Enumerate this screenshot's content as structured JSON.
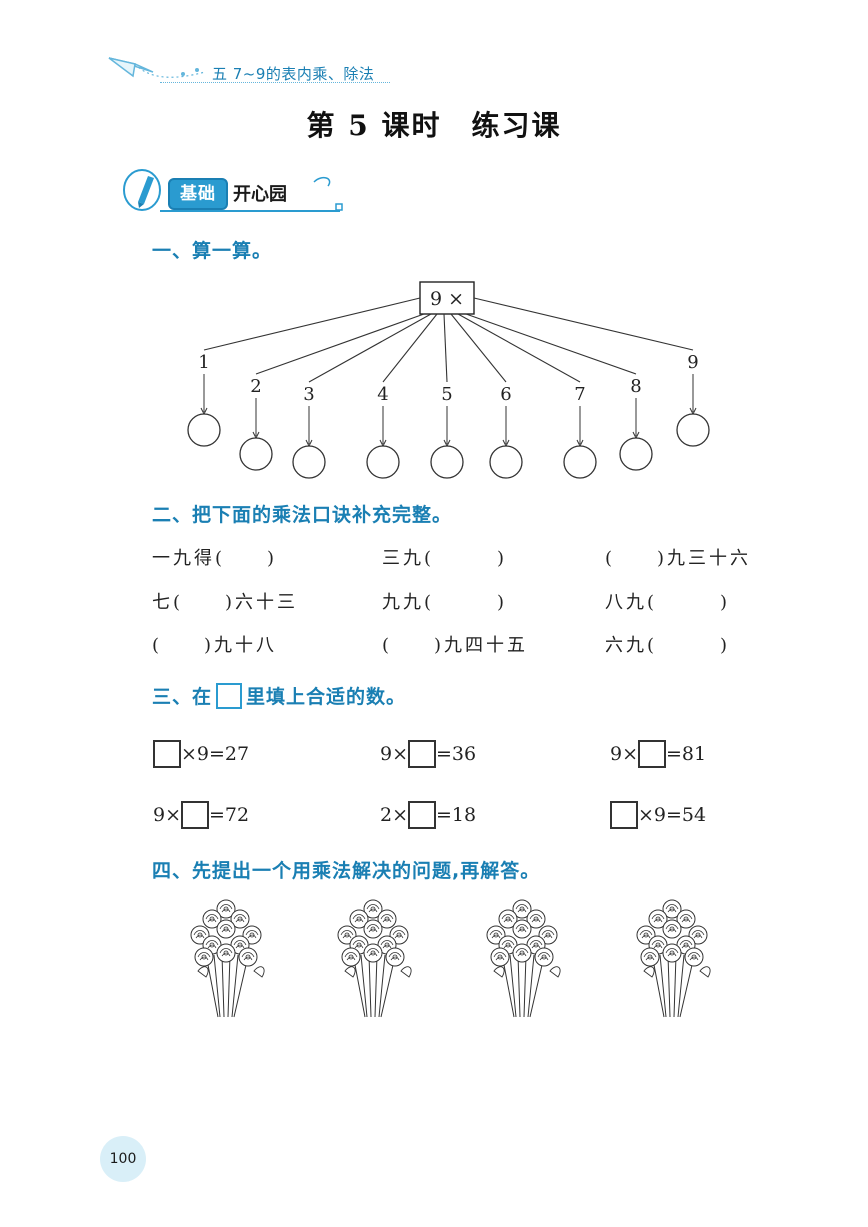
{
  "header": {
    "chapter": "五  7~9的表内乘、除法",
    "lesson_title": "第 5 课时　练习课"
  },
  "section": {
    "badge": "基础",
    "name": "开心园"
  },
  "q1": {
    "title": "一、算一算。",
    "root": "9 ×",
    "numbers": [
      "1",
      "2",
      "3",
      "4",
      "5",
      "6",
      "7",
      "8",
      "9"
    ]
  },
  "q2": {
    "title": "二、把下面的乘法口诀补充完整。",
    "rows": [
      [
        "一九得(　　)",
        "三九(　　　)",
        "(　　)九三十六"
      ],
      [
        "七(　　)六十三",
        "九九(　　　)",
        "八九(　　　)"
      ],
      [
        "(　　)九十八",
        "(　　)九四十五",
        "六九(　　　)"
      ]
    ]
  },
  "q3": {
    "title_before": "三、在",
    "title_after": "里填上合适的数。",
    "eq": {
      "r1c1": "×9=27",
      "r1c2_a": "9×",
      "r1c2_b": "=36",
      "r1c3_a": "9×",
      "r1c3_b": "=81",
      "r2c1_a": "9×",
      "r2c1_b": "=72",
      "r2c2_a": "2×",
      "r2c2_b": "=18",
      "r2c3": "×9=54"
    }
  },
  "q4": {
    "title": "四、先提出一个用乘法解决的问题,再解答。",
    "bouquet_count": 4
  },
  "page_number": "100",
  "colors": {
    "accent": "#1a7fb3",
    "badge": "#2a9bd0",
    "page_circle": "#d9eff8"
  }
}
